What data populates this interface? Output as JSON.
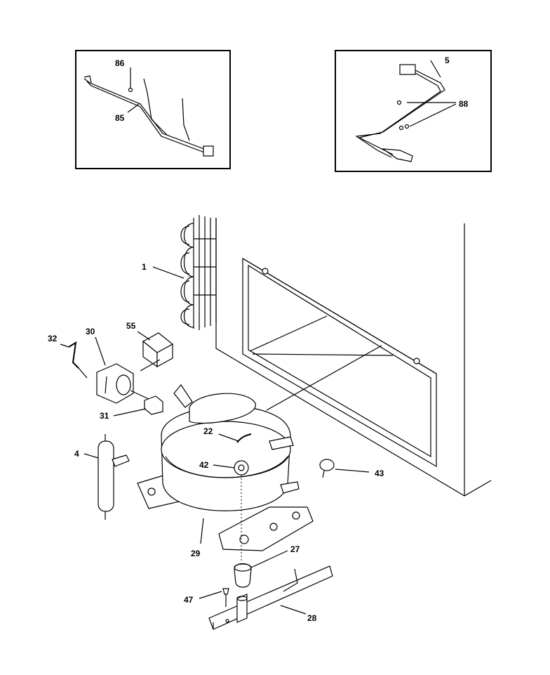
{
  "labels": {
    "p86": "86",
    "p85": "85",
    "p5": "5",
    "p88": "88",
    "p1": "1",
    "p30": "30",
    "p55": "55",
    "p32": "32",
    "p31": "31",
    "p4": "4",
    "p22": "22",
    "p42": "42",
    "p43": "43",
    "p29": "29",
    "p27": "27",
    "p47": "47",
    "p28": "28"
  }
}
